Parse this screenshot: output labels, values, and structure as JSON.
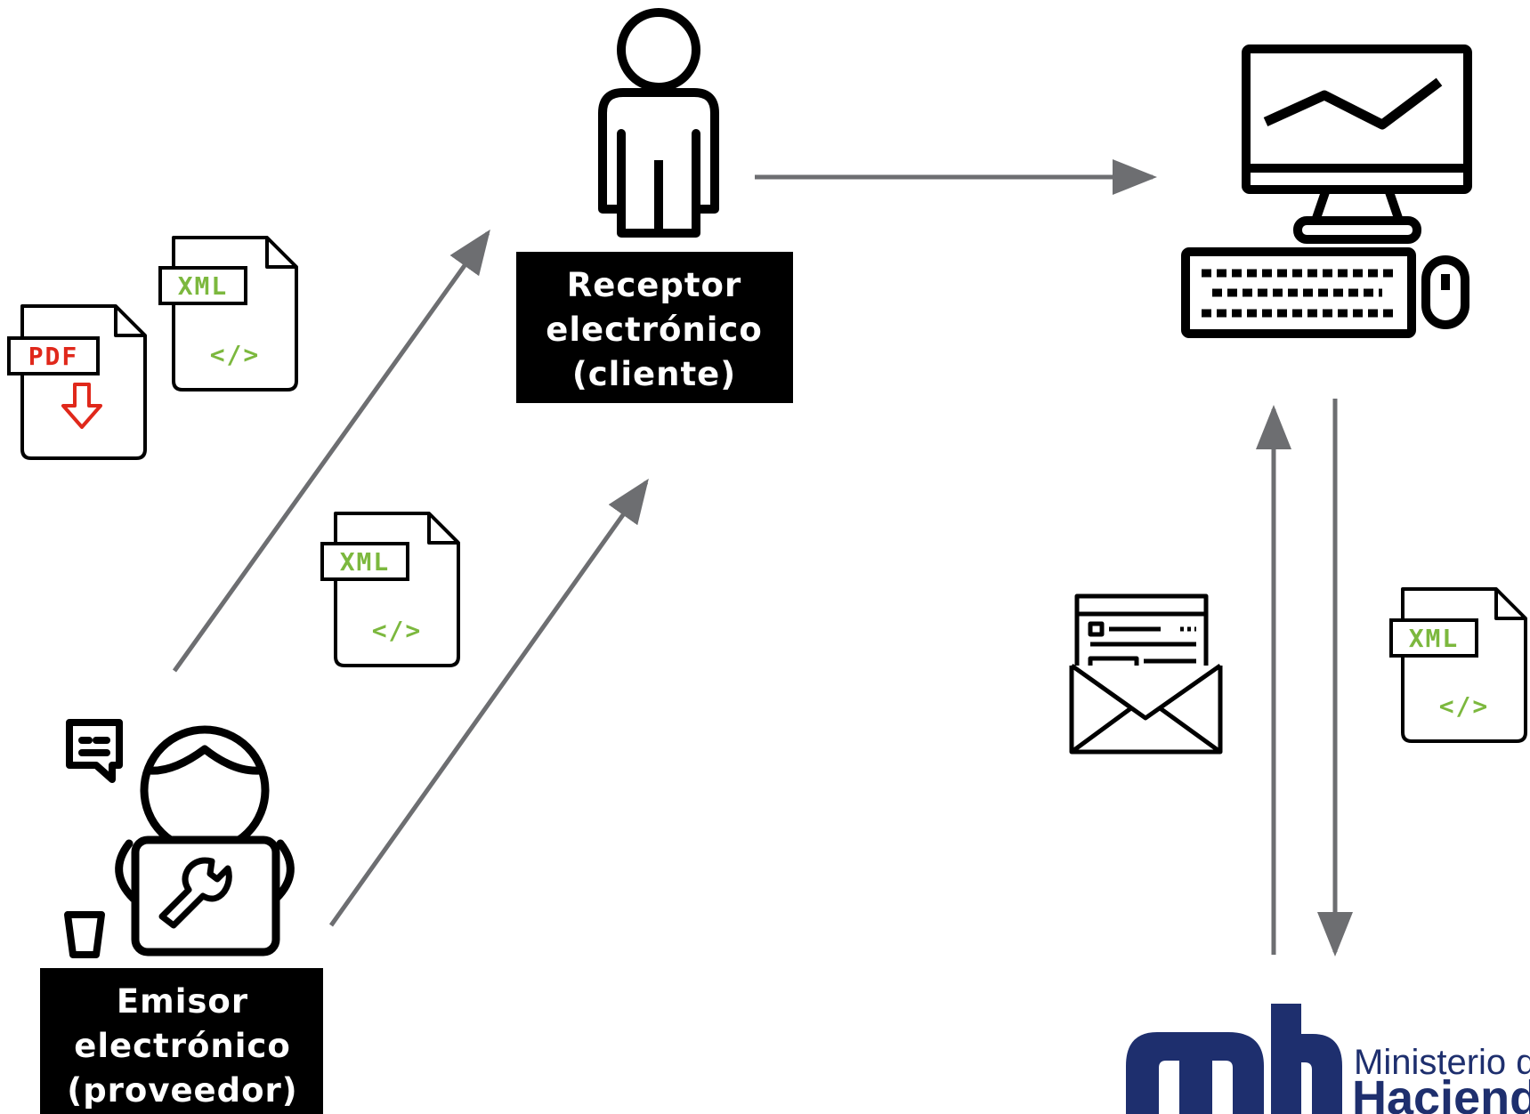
{
  "nodes": {
    "receptor": {
      "lines": [
        "Receptor",
        "electrónico",
        "(cliente)"
      ]
    },
    "emisor": {
      "lines": [
        "Emisor",
        "electrónico",
        "(proveedor)"
      ]
    }
  },
  "documents": {
    "xml_tag": "XML",
    "pdf_tag": "PDF",
    "code_glyph": "</>"
  },
  "logo": {
    "line1": "Ministerio de",
    "line2": "Hacienda"
  },
  "icons": [
    "person-icon",
    "computer-icon",
    "xml-file-icon",
    "pdf-file-icon",
    "email-envelope-icon",
    "support-agent-icon",
    "ministerio-hacienda-logo"
  ],
  "colors": {
    "arrow": "#6d6e71",
    "label_bg": "#000000",
    "label_text": "#ffffff",
    "xml_green": "#7cb83e",
    "pdf_red": "#e0281b",
    "logo_blue": "#1e2f6e"
  }
}
